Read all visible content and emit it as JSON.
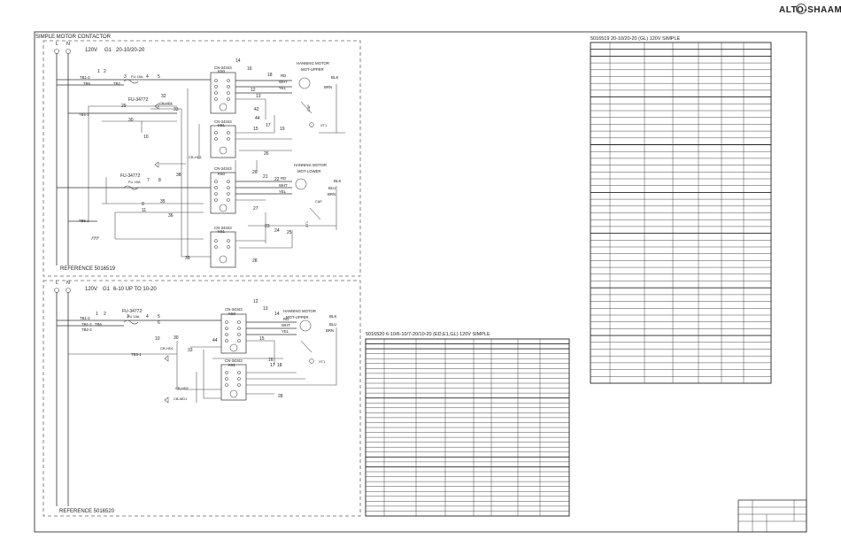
{
  "brand": {
    "logo_text": "ALTO-SHAAM"
  },
  "sheet": {
    "section_title": "SIMPLE MOTOR CONTACTOR",
    "upper": {
      "voltage": "120V",
      "phase": "G1",
      "models": "20-10/20-20",
      "reference": "REFERENCE 5016519",
      "l_label": "L",
      "n_label": "N",
      "terminal_labels": [
        "TB1-2",
        "TB6",
        "TB2",
        "TB5-1",
        "TB5-2"
      ],
      "fuse_1": "FU-34772",
      "fuse_1_rating": "FU 15A",
      "fuse_2": "FU-34772",
      "fuse_2_rating": "FU 15A",
      "contactors": [
        {
          "part": "CN-34343",
          "name": "K50"
        },
        {
          "part": "CN-34343",
          "name": "K51"
        },
        {
          "part": "CN-34343",
          "name": "K60"
        },
        {
          "part": "CN-34343",
          "name": "K61"
        }
      ],
      "motor_1": {
        "label": "HANNING MOTOR",
        "name": "MOT-UPPER",
        "wires": [
          "RD",
          "WHT",
          "YEL"
        ],
        "extra": [
          "BLK",
          "BRN"
        ],
        "cap": "CAP",
        "tag": "XT1"
      },
      "motor_2": {
        "label": "HANNING MOTOR",
        "name": "MOT-LOWER",
        "wires": [
          "RD",
          "WHT",
          "YEL"
        ],
        "extra": [
          "BLK",
          "BLU",
          "BRN"
        ],
        "cap": "CAP",
        "tag": "XT1"
      },
      "numbers": [
        "1",
        "2",
        "3",
        "4",
        "5",
        "14",
        "16",
        "18",
        "13",
        "12",
        "29",
        "30",
        "32",
        "33",
        "10",
        "42",
        "44",
        "15",
        "17",
        "19",
        "26",
        "20",
        "21",
        "22",
        "7",
        "8",
        "38",
        "35",
        "36",
        "11",
        "27",
        "23",
        "24",
        "25",
        "39",
        "28",
        "9"
      ],
      "small_tags": [
        "CB-HD1",
        "CB-HD1",
        "XT1"
      ]
    },
    "lower": {
      "voltage": "120V",
      "phase": "G1",
      "models": "6-10 UP TO 10-20",
      "reference": "REFERENCE 5016520",
      "l_label": "L",
      "n_label": "N",
      "terminal_labels": [
        "TB1-2",
        "TB6",
        "TB1-2",
        "TB2-2",
        "TB5-1"
      ],
      "fuse": "FU-34772",
      "fuse_rating": "FU 15A",
      "contactors": [
        {
          "part": "CN-34343",
          "name": "K50"
        },
        {
          "part": "CN-34343",
          "name": "K51"
        }
      ],
      "motor": {
        "label": "HANNING MOTOR",
        "name": "MOT-UPPER",
        "wires": [
          "RD",
          "WHT",
          "YEL"
        ],
        "extra": [
          "BLK",
          "BLU",
          "BRN"
        ],
        "tag": "XT1"
      },
      "numbers": [
        "1",
        "2",
        "3",
        "4",
        "5",
        "6",
        "12",
        "13",
        "14",
        "15",
        "16",
        "17",
        "18",
        "10",
        "30",
        "33",
        "44",
        "28"
      ],
      "small_tags": [
        "CB-HD1",
        "CB-HD2",
        "CB-MD1"
      ]
    },
    "table_1": {
      "title": "5016519 20-10/20-20 (GL) 120V SIMPLE",
      "rows": 50,
      "cols": 8
    },
    "table_2": {
      "title": "5016520 6-10/6-10/7-20/10-20 (ED,E1,GL) 120V SIMPLE",
      "rows": 36,
      "cols": 8
    }
  }
}
